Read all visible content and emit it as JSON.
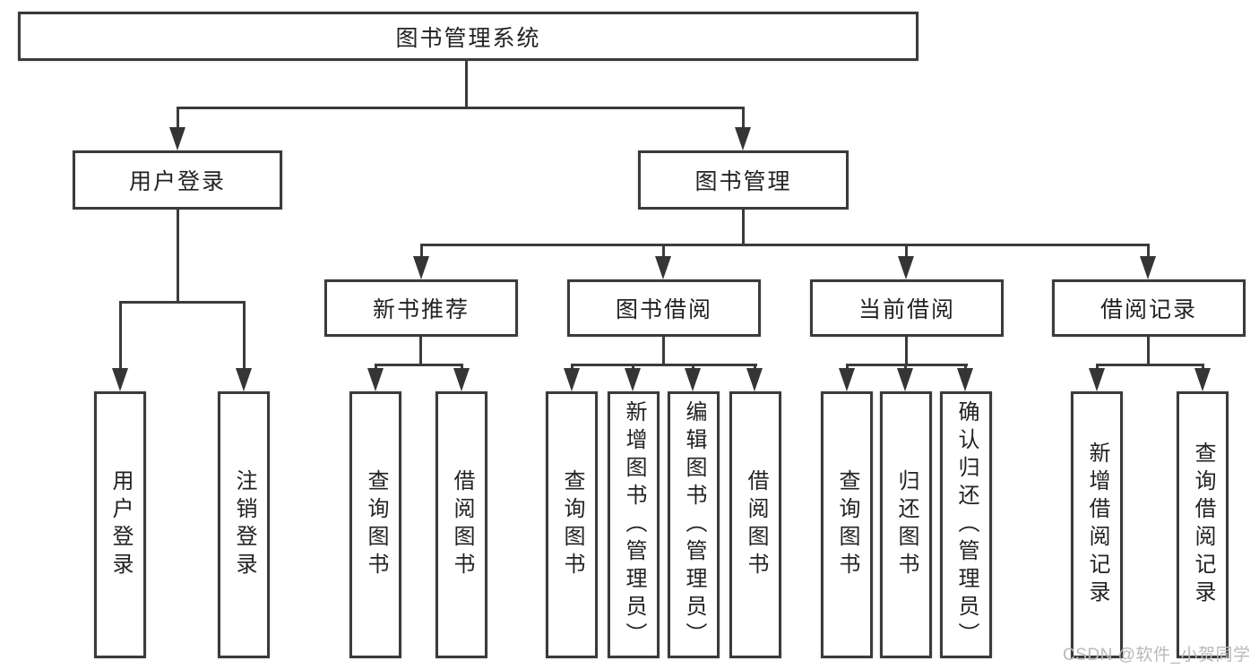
{
  "diagram": {
    "root_label": "图书管理系统",
    "level2": {
      "user_login": "用户登录",
      "book_management": "图书管理"
    },
    "user_login_children": [
      "用户登录",
      "注销登录"
    ],
    "modules": [
      {
        "label": "新书推荐",
        "leaves": [
          "查询图书",
          "借阅图书"
        ]
      },
      {
        "label": "图书借阅",
        "leaves": [
          "查询图书",
          "新增图书（管理员）",
          "编辑图书（管理员）",
          "借阅图书"
        ]
      },
      {
        "label": "当前借阅",
        "leaves": [
          "查询图书",
          "归还图书",
          "确认归还（管理员）"
        ]
      },
      {
        "label": "借阅记录",
        "leaves": [
          "新增借阅记录",
          "查询借阅记录"
        ]
      }
    ],
    "watermark": "CSDN @软件_小贺同学",
    "colors": {
      "line": "#3b3b3b",
      "text": "#222222",
      "watermark": "#b9b9b9",
      "background": "#ffffff"
    }
  }
}
